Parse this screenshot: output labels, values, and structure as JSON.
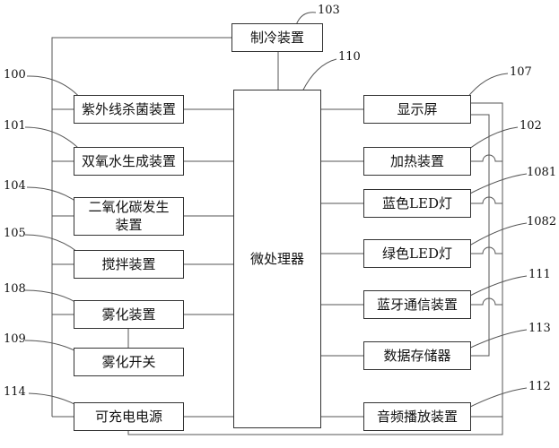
{
  "diagram": {
    "center": {
      "label": "微处理器",
      "ref": "110"
    },
    "top": {
      "label": "制冷装置",
      "ref": "103"
    },
    "left_blocks": [
      {
        "key": "uv",
        "label": "紫外线杀菌装置",
        "ref": "100"
      },
      {
        "key": "h2o2",
        "label": "双氧水生成装置",
        "ref": "101"
      },
      {
        "key": "co2",
        "label_line1": "二氧化碳发生",
        "label_line2": "装置",
        "ref": "104"
      },
      {
        "key": "stir",
        "label": "搅拌装置",
        "ref": "105"
      },
      {
        "key": "atomize",
        "label": "雾化装置",
        "ref": "108"
      },
      {
        "key": "switch",
        "label": "雾化开关",
        "ref": "109"
      },
      {
        "key": "power",
        "label": "可充电电源",
        "ref": "114"
      }
    ],
    "right_blocks": [
      {
        "key": "display",
        "label": "显示屏",
        "ref": "107"
      },
      {
        "key": "heat",
        "label": "加热装置",
        "ref": "102"
      },
      {
        "key": "blue_led",
        "label": "蓝色LED灯",
        "ref": "1081"
      },
      {
        "key": "green_led",
        "label": "绿色LED灯",
        "ref": "1082"
      },
      {
        "key": "bluetooth",
        "label": "蓝牙通信装置",
        "ref": "111"
      },
      {
        "key": "storage",
        "label": "数据存储器",
        "ref": "113"
      },
      {
        "key": "audio",
        "label": "音频播放装置",
        "ref": "112"
      }
    ]
  }
}
